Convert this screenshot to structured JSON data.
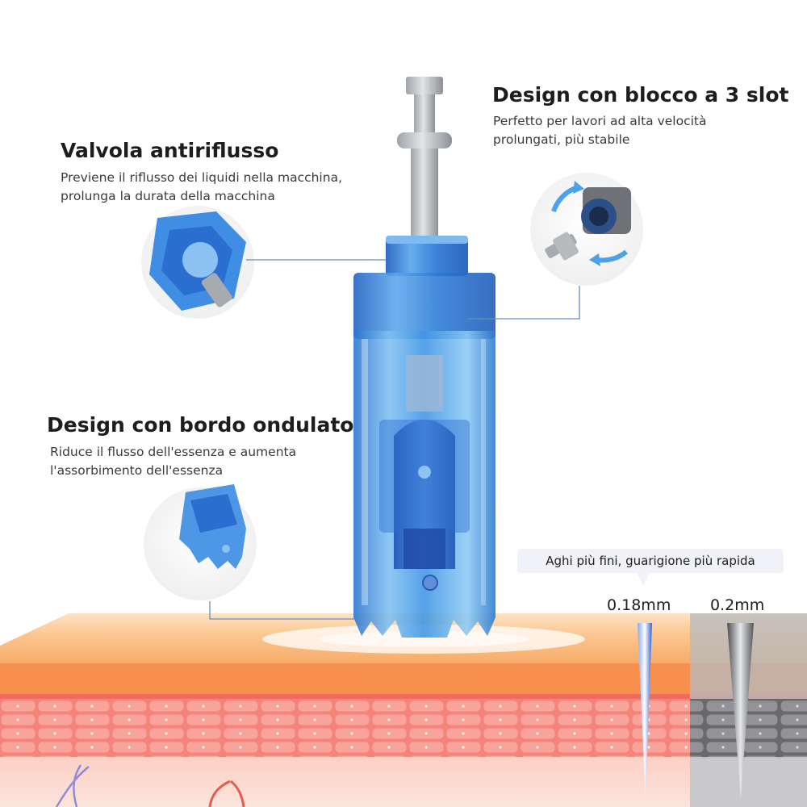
{
  "features": {
    "valvola": {
      "title": "Valvola antiriflusso",
      "line1": "Previene il riflusso dei liquidi nella macchina,",
      "line2": "prolunga la durata della macchina",
      "icon": "valve-closeup-icon"
    },
    "blocco": {
      "title": "Design con blocco a 3 slot",
      "line1": "Perfetto per lavori ad alta velocità",
      "line2": "prolungati, più stabile",
      "icon": "rotating-lock-icon"
    },
    "bordo": {
      "title": "Design con bordo ondulato",
      "line1": "Riduce il flusso dell'essenza e aumenta",
      "line2": "l'assorbimento dell'essenza",
      "icon": "wavy-edge-closeup-icon"
    }
  },
  "needles": {
    "caption": "Aghi più fini, guarigione più rapida",
    "fine": {
      "label": "0.18mm",
      "color": "#2f5fd0"
    },
    "standard": {
      "label": "0.2mm",
      "color": "#6d6f73"
    }
  },
  "colors": {
    "cartridge_blue": "#3b8fe0",
    "skin_orange": "#f6a463",
    "tissue_red": "#ef6b6b"
  }
}
